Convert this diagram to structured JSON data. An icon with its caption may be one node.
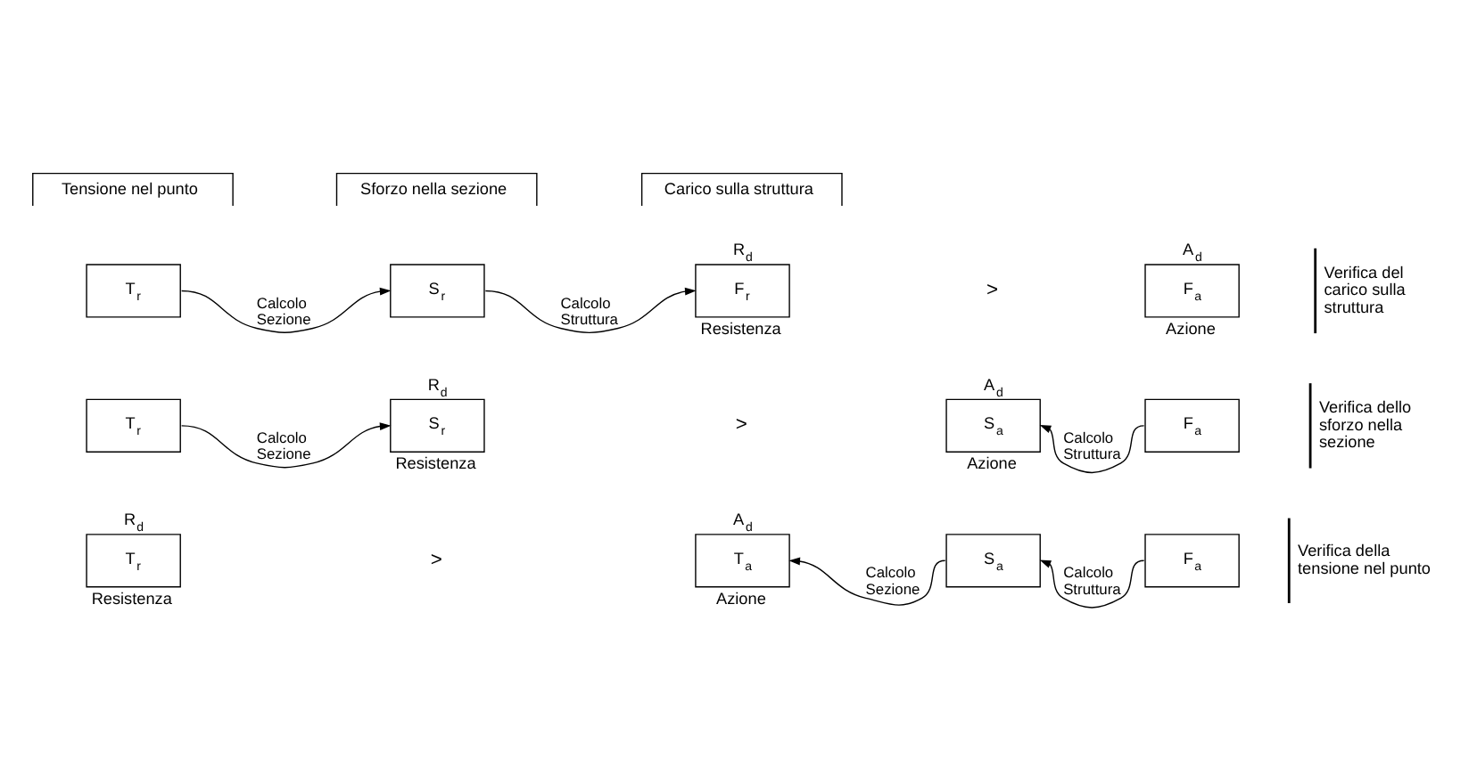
{
  "diagram": {
    "nodes": [
      {
        "text": [
          "T$_{r}$"
        ],
        "beside": [
          "R$_{d}$",
          "Resistenza"
        ]
      },
      {
        "text": [
          "T$_{a}$"
        ],
        "beside": [
          "A$_{d}$",
          "Azione"
        ]
      },
      {
        "text": [
          "S$_{a}$"
        ]
      },
      {
        "text": [
          "F$_{a}$"
        ]
      },
      {
        "text": [
          "T$_{r}$"
        ]
      },
      {
        "text": [
          "S$_{r}$"
        ],
        "beside": [
          "R$_{d}$",
          "Resistenza"
        ]
      },
      {
        "text": [
          "S$_{a}$"
        ],
        "beside": [
          "A$_{d}$",
          "Azione"
        ]
      },
      {
        "text": [
          "F$_{a}$"
        ]
      },
      {
        "text": [
          "T$_{r}$"
        ]
      },
      {
        "text": [
          "S$_{r}$"
        ]
      },
      {
        "text": [
          "F$_{r}$"
        ],
        "beside": [
          "R$_{d}$",
          "Resistenza"
        ]
      },
      {
        "text": [
          "F$_{a}$"
        ],
        "beside": [
          "A$_{d}$",
          "Azione"
        ]
      }
    ],
    "edges": [
      {
        "from": 2,
        "to": 1,
        "arrow": "to",
        "label": "Calcolo Sezione"
      },
      {
        "from": 3,
        "to": 2,
        "arrow": "to",
        "label": "Calcolo Struttura"
      },
      {
        "from": 4,
        "to": 5,
        "arrow": "to",
        "label": "Calcolo Sezione"
      },
      {
        "from": 7,
        "to": 6,
        "arrow": "to",
        "label": "Calcolo Struttura"
      },
      {
        "from": 8,
        "to": 9,
        "arrow": "to",
        "label": "Calcolo Sezione"
      },
      {
        "from": 9,
        "to": 10,
        "arrow": "to",
        "label": "Calcolo Struttura"
      }
    ],
    "labels": [
      ">",
      "Verifica della tensione nel punto",
      ">",
      "Verifica dello sforzo nella sezione",
      ">",
      "Verifica del carico sulla struttura",
      "Tensione nel punto",
      "Sforzo nella sezione",
      "Carico sulla struttura"
    ]
  }
}
